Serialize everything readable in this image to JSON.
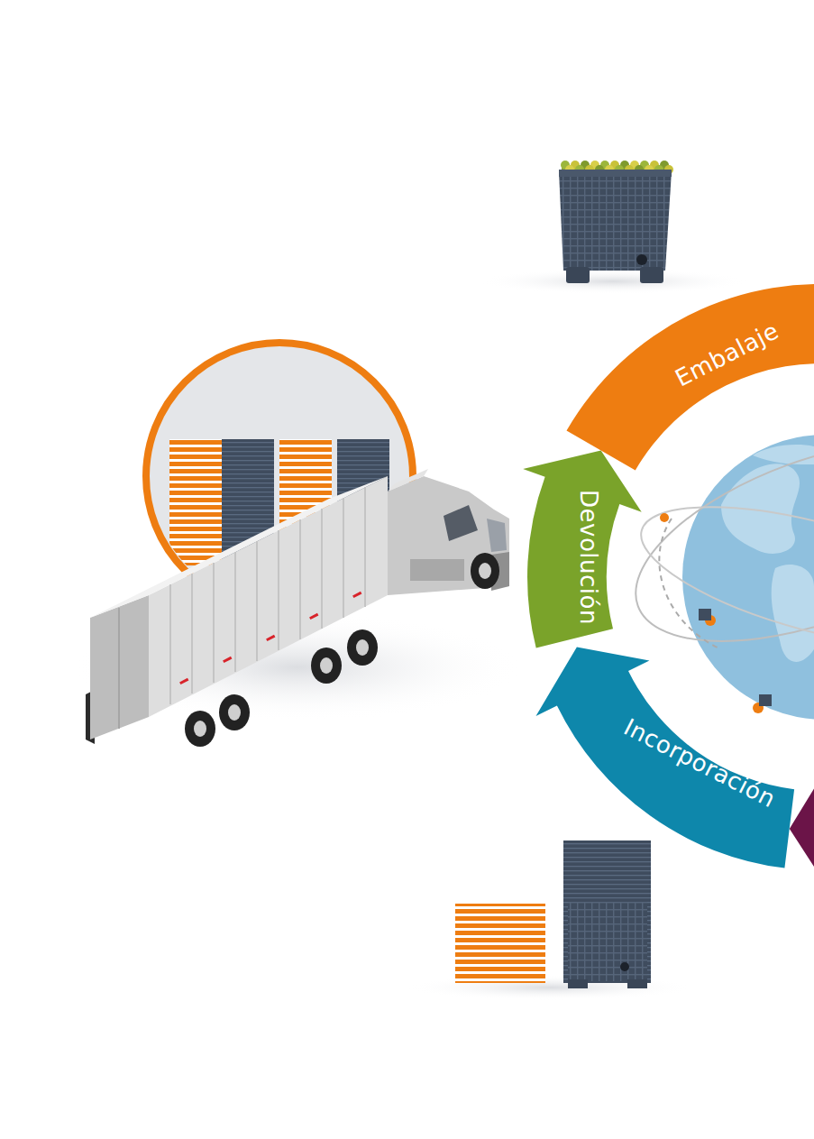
{
  "diagram": {
    "nodes": [
      {
        "text": [
          "Embalaje"
        ]
      },
      {
        "text": [
          "Devolución"
        ]
      },
      {
        "text": [
          "Incorporación"
        ]
      }
    ]
  }
}
